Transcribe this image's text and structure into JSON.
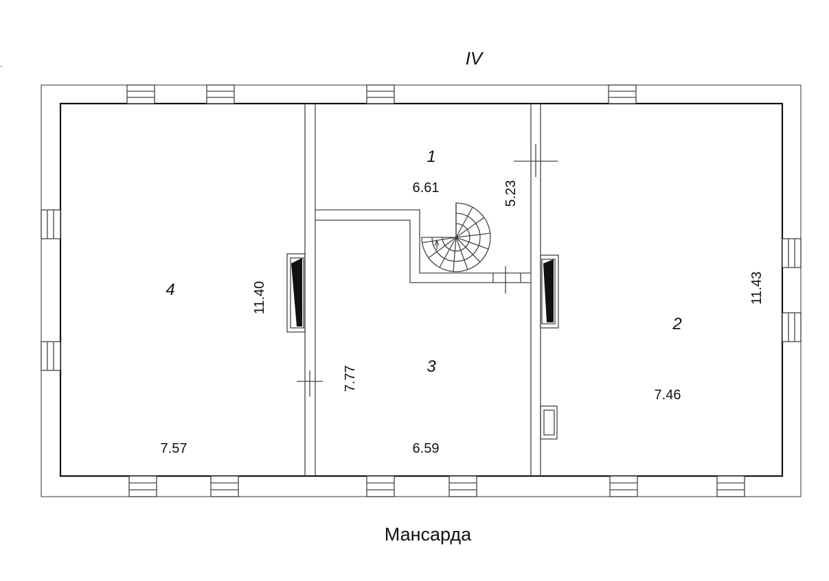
{
  "floor_mark": "IV",
  "caption": "Мансарда",
  "rooms": [
    {
      "number": "1",
      "area": "6.61",
      "dimension": "5.23"
    },
    {
      "number": "2",
      "area": "7.46",
      "dimension": "11.43"
    },
    {
      "number": "3",
      "area": "6.59",
      "dimension": "7.77"
    },
    {
      "number": "4",
      "area": "7.57",
      "dimension": "11.40"
    }
  ]
}
